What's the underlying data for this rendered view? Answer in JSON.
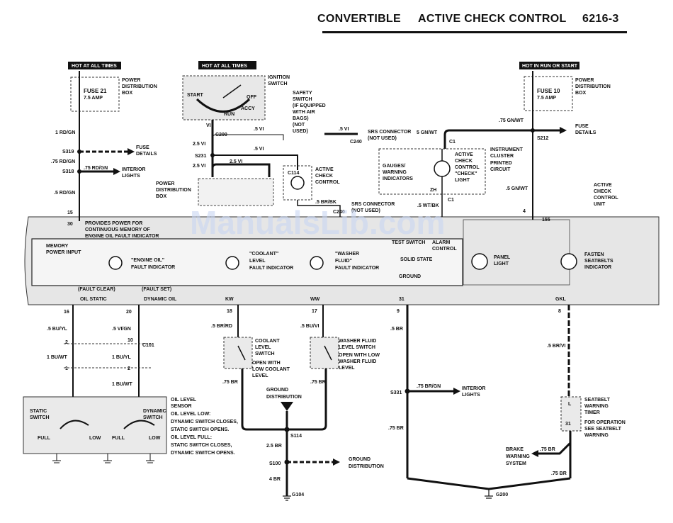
{
  "header": {
    "title_left": "CONVERTIBLE",
    "title_mid": "ACTIVE CHECK CONTROL",
    "page_ref": "6216-3"
  },
  "watermark": "ManualsLib.com",
  "hot_labels": {
    "left": "HOT AT ALL TIMES",
    "mid": "HOT AT ALL TIMES",
    "right": "HOT IN RUN OR START"
  },
  "fuse_left": {
    "name": "FUSE 21",
    "amp": "7.5 AMP",
    "box": [
      "POWER",
      "DISTRIBUTION",
      "BOX"
    ]
  },
  "fuse_right": {
    "name": "FUSE 10",
    "amp": "7.5 AMP",
    "box": [
      "POWER",
      "DISTRIBUTION",
      "BOX"
    ]
  },
  "ignition": {
    "title": [
      "IGNITION",
      "SWITCH"
    ],
    "start": "START",
    "off": "OFF",
    "accy": "ACCY",
    "run": "RUN"
  },
  "safety_switch": [
    "SAFETY",
    "SWITCH",
    "(IF EQUIPPED",
    "WITH AIR",
    "BAGS)",
    "(NOT",
    "USED)"
  ],
  "srs_top": [
    "SRS CONNECTOR",
    "(NOT USED)"
  ],
  "srs_mid": [
    "SRS CONNECTOR",
    "(NOT USED)"
  ],
  "pdb_mid": [
    "POWER",
    "DISTRIBUTION",
    "BOX"
  ],
  "active_check_control": [
    "ACTIVE",
    "CHECK",
    "CONTROL"
  ],
  "instrument_cluster": {
    "title": [
      "INSTRUMENT",
      "CLUSTER"
    ],
    "sub": [
      "PRINTED",
      "CIRCUIT"
    ],
    "gauges": [
      "GAUGES/",
      "WARNING",
      "INDICATORS"
    ],
    "light": [
      "ACTIVE",
      "CHECK",
      "CONTROL",
      "\"CHECK\"",
      "LIGHT"
    ]
  },
  "acc_unit": [
    "ACTIVE",
    "CHECK",
    "CONTROL",
    "UNIT"
  ],
  "wires": {
    "w1": "1 RD/GN",
    "s319": "S319",
    "w75rdgn": ".75 RD/GN",
    "s318": "S318",
    "w75rdgn2": ".75 RD/GN",
    "w5rdgn": ".5 RD/GN",
    "vi_top": "VI",
    "c200": "C200",
    "w25vi_a": "2.5 VI",
    "s231": "S231",
    "w25vi_b": "2.5 VI",
    "w5vi_a": ".5 VI",
    "w5vi_b": ".5 VI",
    "w25vi_c": "2.5 VI",
    "c114": "C114",
    "w5vi_c": ".5 VI",
    "c240a": "C240",
    "w5brbk": ".5 BR/BK",
    "c240b": "C240",
    "w5gnwt": "5 GN/WT",
    "c1a": "C1",
    "zh": "ZH",
    "w5wtbk": ".5 WT/BK",
    "c1b": "C1",
    "w75gnwt": ".75 GN/WT",
    "s212": "S212",
    "w5gnwt2": ".5 GN/WT",
    "fuse_details": [
      "FUSE",
      "DETAILS"
    ],
    "fuse_details_l": [
      "FUSE",
      "DETAILS"
    ],
    "interior_lights_l": [
      "INTERIOR",
      "LIGHTS"
    ]
  },
  "module": {
    "pin15": "15",
    "pin30": "30",
    "provides": [
      "PROVIDES POWER FOR",
      "CONTINUOUS MEMORY OF",
      "ENGINE OIL FAULT INDICATOR"
    ],
    "memory": [
      "MEMORY",
      "POWER INPUT"
    ],
    "engine_oil": [
      "\"ENGINE OIL\"",
      "FAULT INDICATOR"
    ],
    "coolant": [
      "\"COOLANT\"",
      "LEVEL",
      "FAULT INDICATOR"
    ],
    "washer": [
      "\"WASHER",
      "FLUID\"",
      "FAULT INDICATOR"
    ],
    "test_switch": "TEST SWITCH",
    "alarm": [
      "ALARM",
      "CONTROL"
    ],
    "solid_state": "SOLID STATE",
    "ground": "GROUND",
    "panel_light": [
      "PANEL",
      "LIGHT"
    ],
    "fasten": [
      "FASTEN",
      "SEATBELTS",
      "INDICATOR"
    ],
    "pin155": "155",
    "pin4": "4",
    "fault_clear": "(FAULT CLEAR)",
    "fault_set": "(FAULT SET)",
    "oil_static": "OIL STATIC",
    "dynamic_oil": "DYNAMIC OIL",
    "kw": "KW",
    "ww": "WW",
    "p31": "31",
    "gkl": "GKL"
  },
  "bottom": {
    "p16": "16",
    "p20": "20",
    "p18": "18",
    "p17": "17",
    "p9": "9",
    "p8": "8",
    "w5buyl": ".5 BU/YL",
    "w5vign": ".5 VI/GN",
    "w5brrd": ".5 BR/RD",
    "w5buvi": ".5 BU/VI",
    "w5br": ".5 BR",
    "w5brvi": ".5 BR/VI",
    "c101": "C101",
    "p2a": "2",
    "p10": "10",
    "p1": "1",
    "p2b": "2",
    "w1buwt": "1 BU/WT",
    "w1buyl": "1 BU/YL",
    "w1buwt2": "1 BU/WT",
    "coolant_sw": [
      "COOLANT",
      "LEVEL",
      "SWITCH"
    ],
    "coolant_desc": [
      "OPEN WITH",
      "LOW COOLANT",
      "LEVEL"
    ],
    "washer_sw": [
      "WASHER FLUID",
      "LEVEL SWITCH"
    ],
    "washer_desc": [
      "OPEN WITH LOW",
      "WASHER FLUID",
      "LEVEL"
    ],
    "w75br_a": ".75 BR",
    "w75br_b": ".75 BR",
    "gnd_dist": [
      "GROUND",
      "DISTRIBUTION"
    ],
    "s114": "S114",
    "w25br": "2.5 BR",
    "s100": "S100",
    "w4br": "4 BR",
    "g104": "G104",
    "gnd_dist2": [
      "GROUND",
      "DISTRIBUTION"
    ],
    "oil_sensor_title": [
      "OIL LEVEL",
      "SENSOR"
    ],
    "oil_desc": [
      "OIL LEVEL LOW:",
      "DYNAMIC SWITCH CLOSES,",
      "STATIC SWITCH OPENS.",
      "OIL LEVEL FULL:",
      "STATIC SWITCH CLOSES,",
      "DYNAMIC SWITCH OPENS."
    ],
    "static_sw": [
      "STATIC",
      "SWITCH"
    ],
    "dynamic_sw": [
      "DYNAMIC",
      "SWITCH"
    ],
    "full_a": "FULL",
    "low_a": "LOW",
    "full_b": "FULL",
    "low_b": "LOW",
    "s331": "S331",
    "w75brgn": ".75 BR/GN",
    "interior": [
      "INTERIOR",
      "LIGHTS"
    ],
    "w75br_c": ".75 BR",
    "g200": "G200",
    "seatbelt_timer": [
      "SEATBELT",
      "WARNING",
      "TIMER"
    ],
    "seatbelt_desc": [
      "FOR OPERATION",
      "SEE SEATBELT",
      "WARNING"
    ],
    "brake": [
      "BRAKE",
      "WARNING",
      "SYSTEM"
    ],
    "w75br_d": ".75 BR",
    "w75br_e": ".75 BR",
    "pin31": "31",
    "pinL": "L"
  }
}
